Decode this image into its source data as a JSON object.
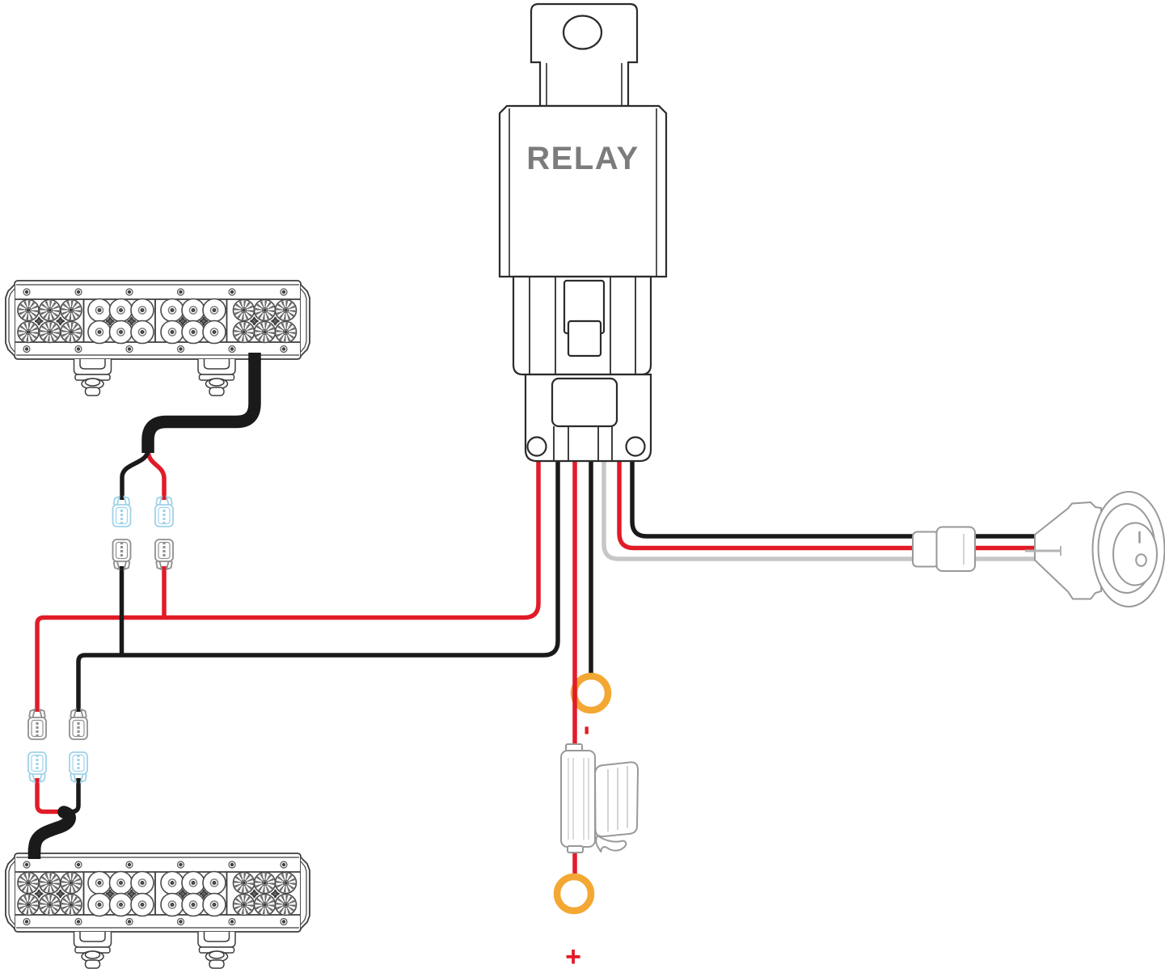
{
  "labels": {
    "relay": "RELAY",
    "battery_negative": "-",
    "battery_positive": "+",
    "switch_on": "I",
    "switch_off": "O"
  },
  "colors": {
    "positive_wire": "#e11b28",
    "ground_wire": "#1a1a1a",
    "switch_signal_wire": "#c7c7c7",
    "ring_terminal": "#f3a833",
    "quick_connector_blue": "#9fd3ea",
    "harness_connector_gray": "#8f8f8f",
    "device_outline": "#999999",
    "relay_outline": "#2b2b2b",
    "lightbar_outline": "#3d3d3d",
    "relay_text": "#7c7c7c",
    "terminal_label_text": "#e11b28"
  }
}
